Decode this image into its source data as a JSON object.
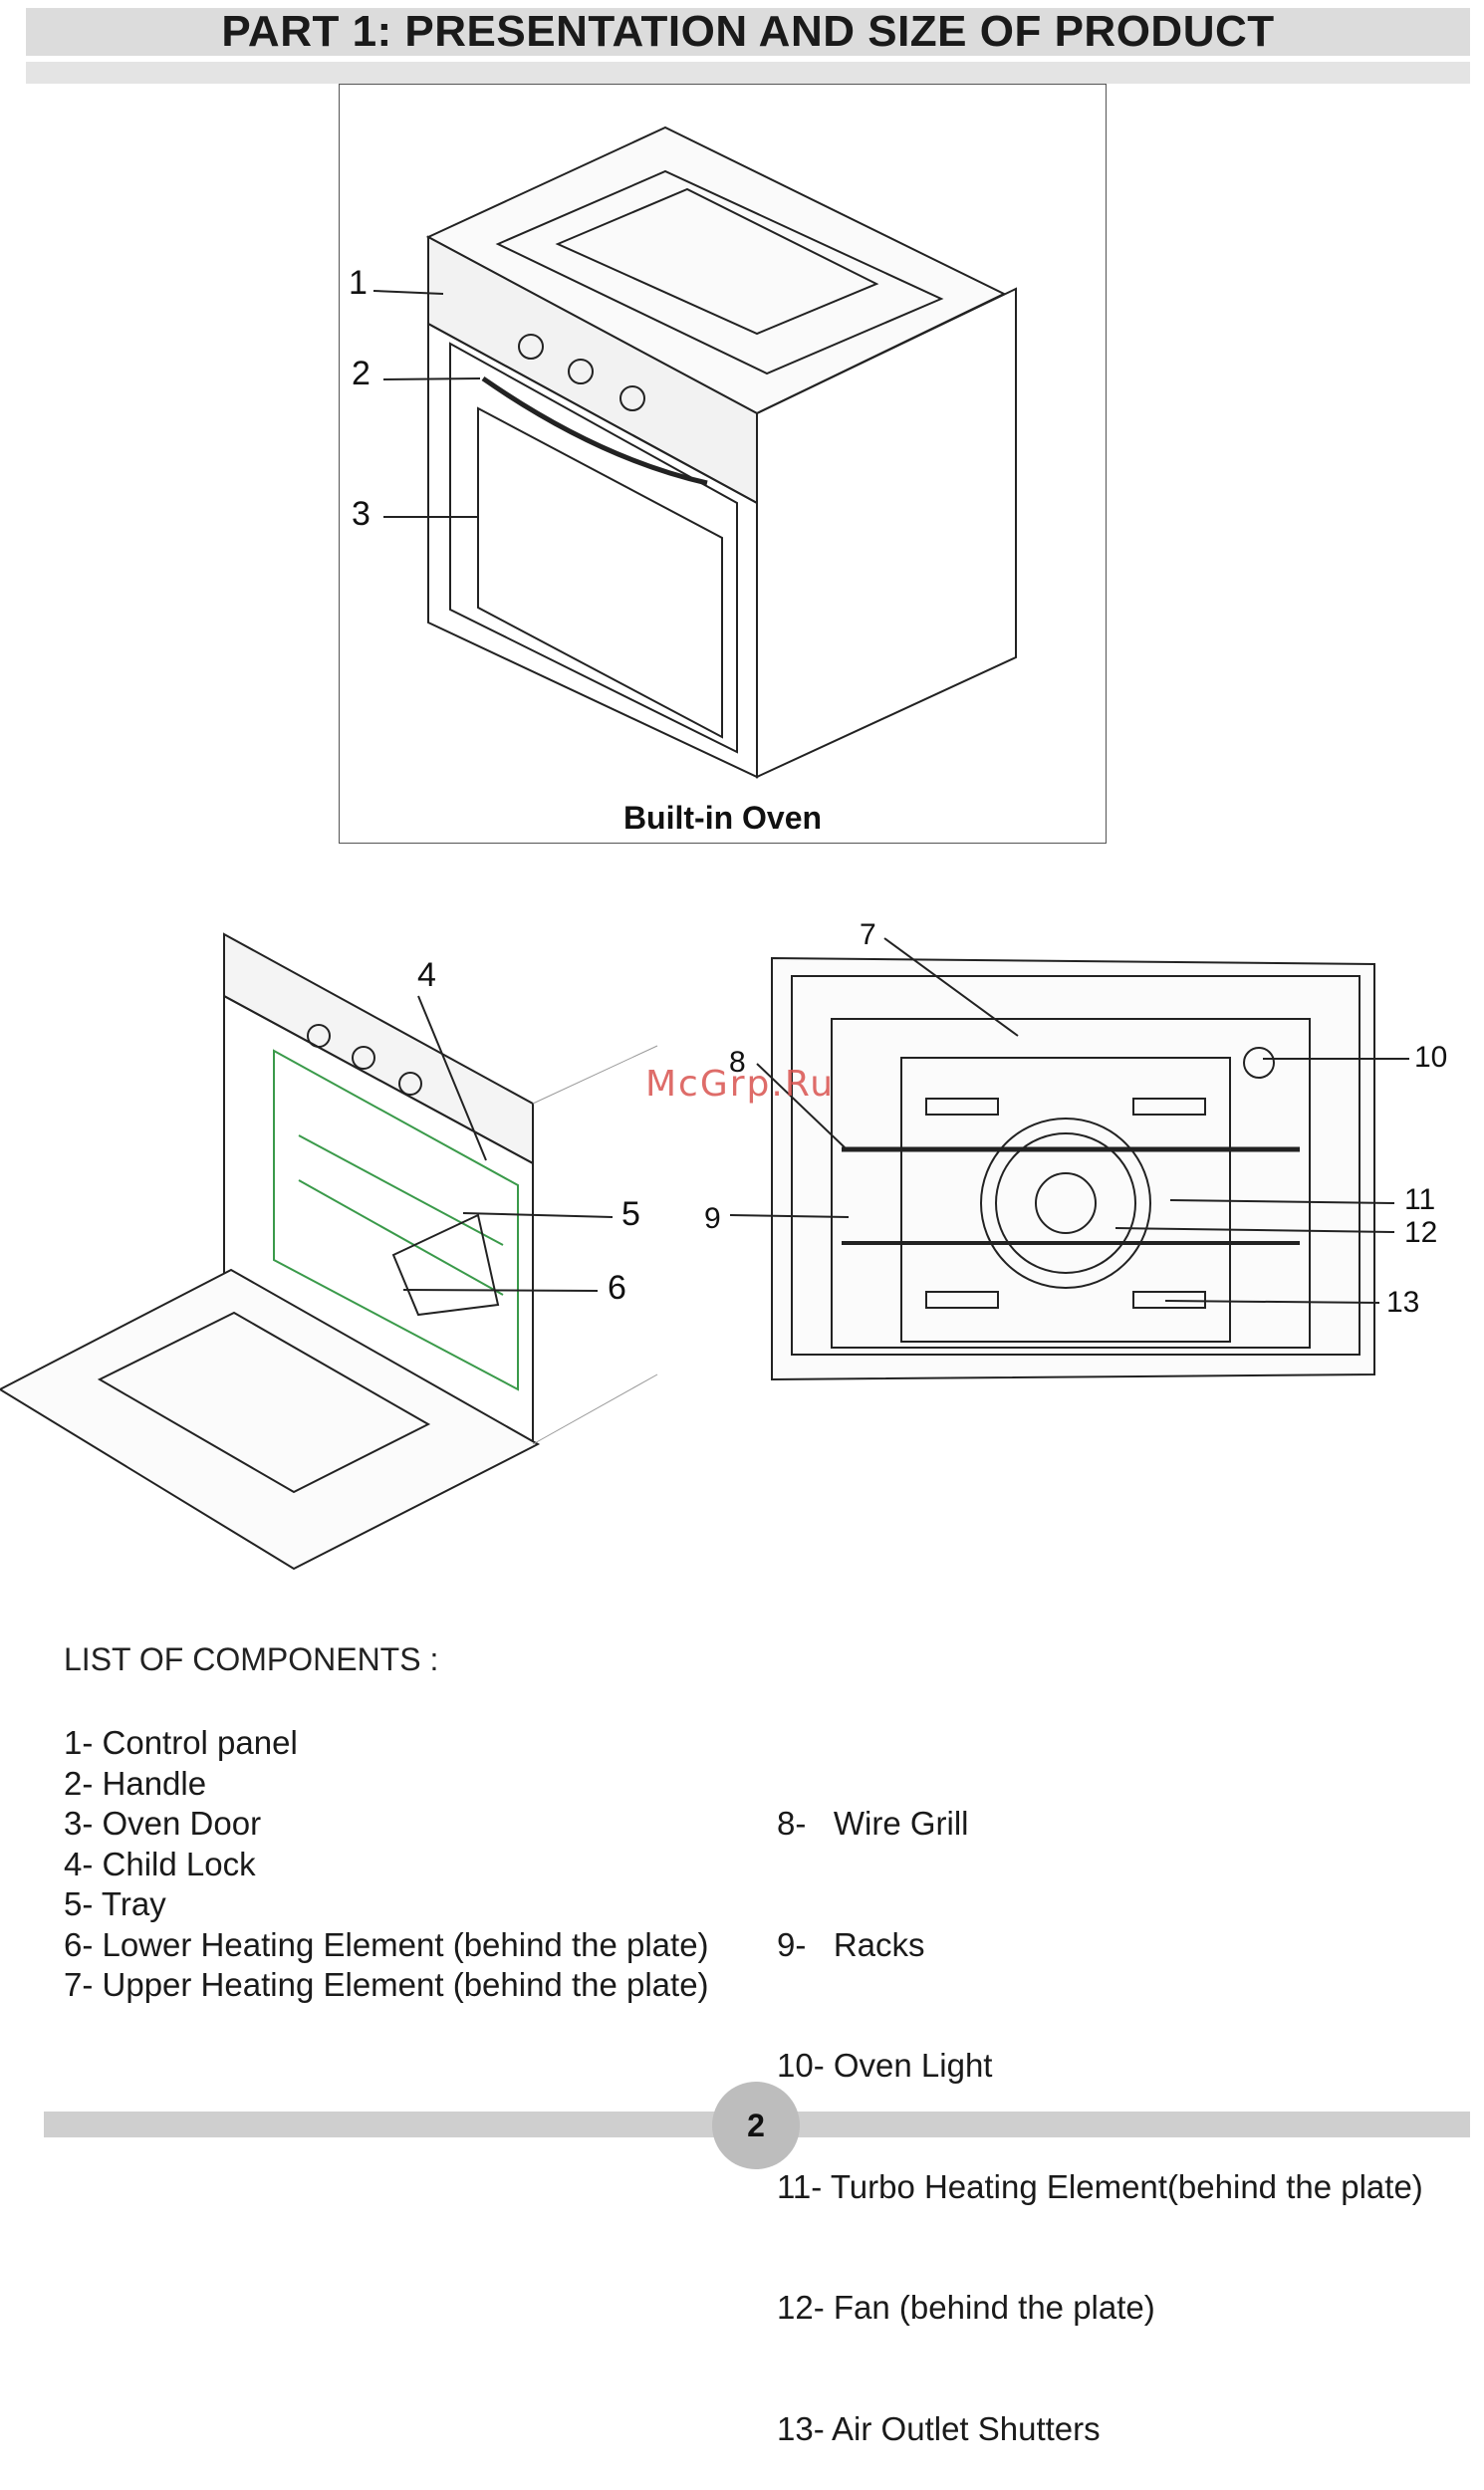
{
  "header": {
    "title": "PART 1: PRESENTATION AND SIZE OF PRODUCT"
  },
  "figure_top": {
    "caption": "Built-in Oven",
    "callouts": [
      "1",
      "2",
      "3"
    ]
  },
  "figure_left": {
    "callouts": [
      "4",
      "5",
      "6"
    ]
  },
  "figure_right": {
    "callouts": [
      "7",
      "8",
      "9",
      "10",
      "11",
      "12",
      "13"
    ]
  },
  "watermark": "McGrp.Ru",
  "components": {
    "heading": "LIST OF COMPONENTS :",
    "left": [
      "1- Control panel",
      "2- Handle",
      "3- Oven Door",
      "4- Child Lock",
      "5- Tray",
      "6- Lower Heating Element (behind the plate)",
      "7- Upper Heating Element (behind the plate)"
    ],
    "right": [
      "8-   Wire Grill",
      "9-   Racks",
      "10- Oven Light",
      "11- Turbo Heating Element(behind the plate)",
      "12- Fan (behind the plate)",
      "13- Air Outlet Shutters"
    ]
  },
  "footer": {
    "page_number": "2"
  }
}
